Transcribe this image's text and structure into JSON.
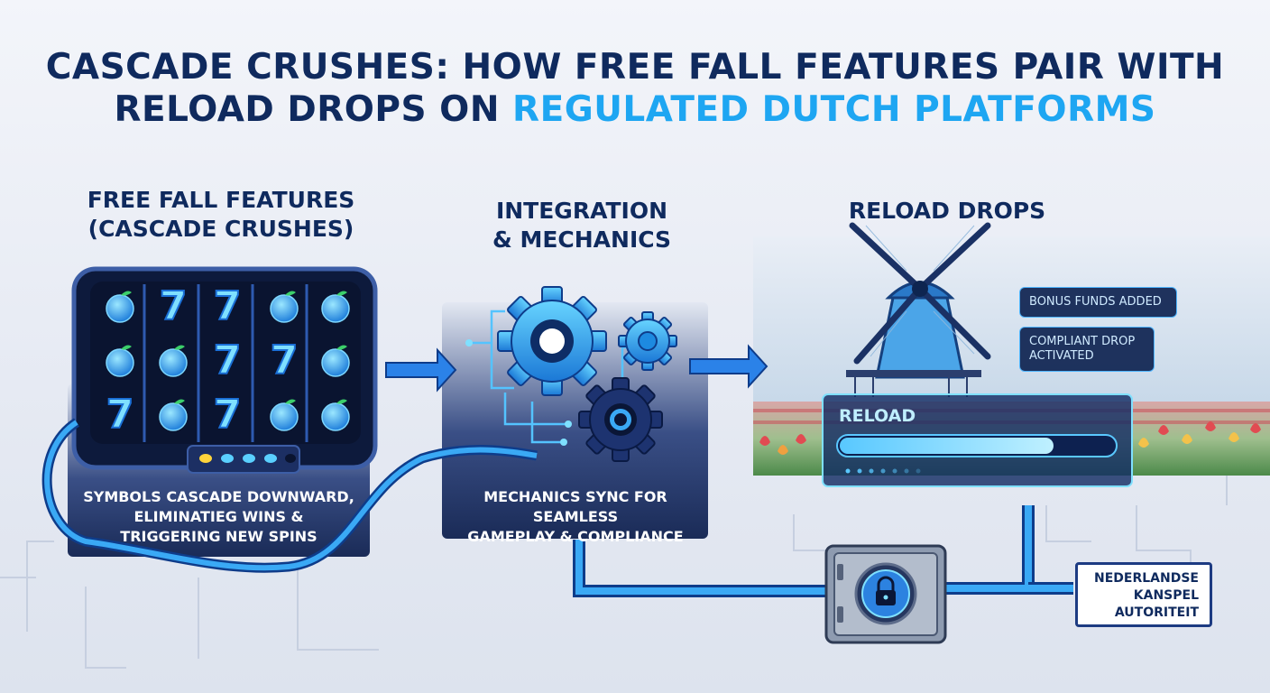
{
  "title": {
    "line1": "CASCADE CRUSHES: HOW FREE FALL FEATURES PAIR WITH",
    "line2_part1": "RELOAD DROPS ON ",
    "line2_highlight": "REGULATED DUTCH PLATFORMS"
  },
  "sections": {
    "free_fall": {
      "heading_line1": "FREE FALL FEATURES",
      "heading_line2": "(CASCADE CRUSHES)",
      "caption_line1": "SYMBOLS CASCADE DOWNWARD,",
      "caption_line2": "ELIMINATIEG WINS &",
      "caption_line3": "TRIGGERING NEW SPINS",
      "reel_symbols": [
        "apple-icon",
        "seven-icon",
        "seven-icon",
        "apple-icon",
        "apple-icon"
      ]
    },
    "integration": {
      "heading_line1": "INTEGRATION",
      "heading_line2": "& MECHANICS",
      "caption_line1": "MECHANICS SYNC FOR SEAMLESS",
      "caption_line2": "GAMEPLAY & COMPLIANCE"
    },
    "reload": {
      "heading": "RELOAD DROPS",
      "notice1": "BONUS FUNDS ADDED",
      "notice2_line1": "COMPLIANT DROP",
      "notice2_line2": "ACTIVATED",
      "bar_label": "RELOAD",
      "progress": 0.78
    }
  },
  "regulator": {
    "line1": "NEDERLANDSE",
    "line2": "KANSPEL",
    "line3": "AUTORITEIT"
  },
  "colors": {
    "navy": "#0f2a5e",
    "accent": "#1ea6f2",
    "glow": "#4fd0ff",
    "panel": "#1a2b57"
  },
  "icons": [
    "slot-machine-icon",
    "gear-icon",
    "windmill-icon",
    "tulip-icon",
    "lock-icon",
    "vault-icon",
    "arrow-right-icon"
  ]
}
